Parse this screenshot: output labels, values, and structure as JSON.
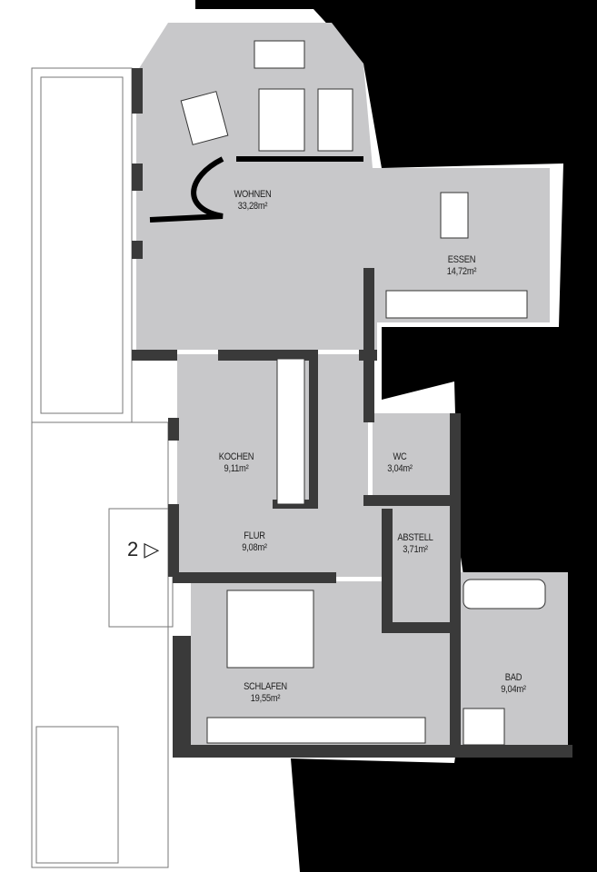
{
  "plan": {
    "unit_marker": "2",
    "rooms": [
      {
        "id": "wohnen",
        "name": "WOHNEN",
        "area": "33,28m²"
      },
      {
        "id": "essen",
        "name": "ESSEN",
        "area": "14,72m²"
      },
      {
        "id": "kochen",
        "name": "KOCHEN",
        "area": "9,11m²"
      },
      {
        "id": "wc",
        "name": "WC",
        "area": "3,04m²"
      },
      {
        "id": "flur",
        "name": "FLUR",
        "area": "9,08m²"
      },
      {
        "id": "abstell",
        "name": "ABSTELL",
        "area": "3,71m²"
      },
      {
        "id": "schlafen",
        "name": "SCHLAFEN",
        "area": "19,55m²"
      },
      {
        "id": "bad",
        "name": "BAD",
        "area": "9,04m²"
      }
    ],
    "colors": {
      "floor": "#c8c8ca",
      "wall": "#3a3a3a",
      "redaction": "#000000",
      "line": "#555555"
    }
  }
}
